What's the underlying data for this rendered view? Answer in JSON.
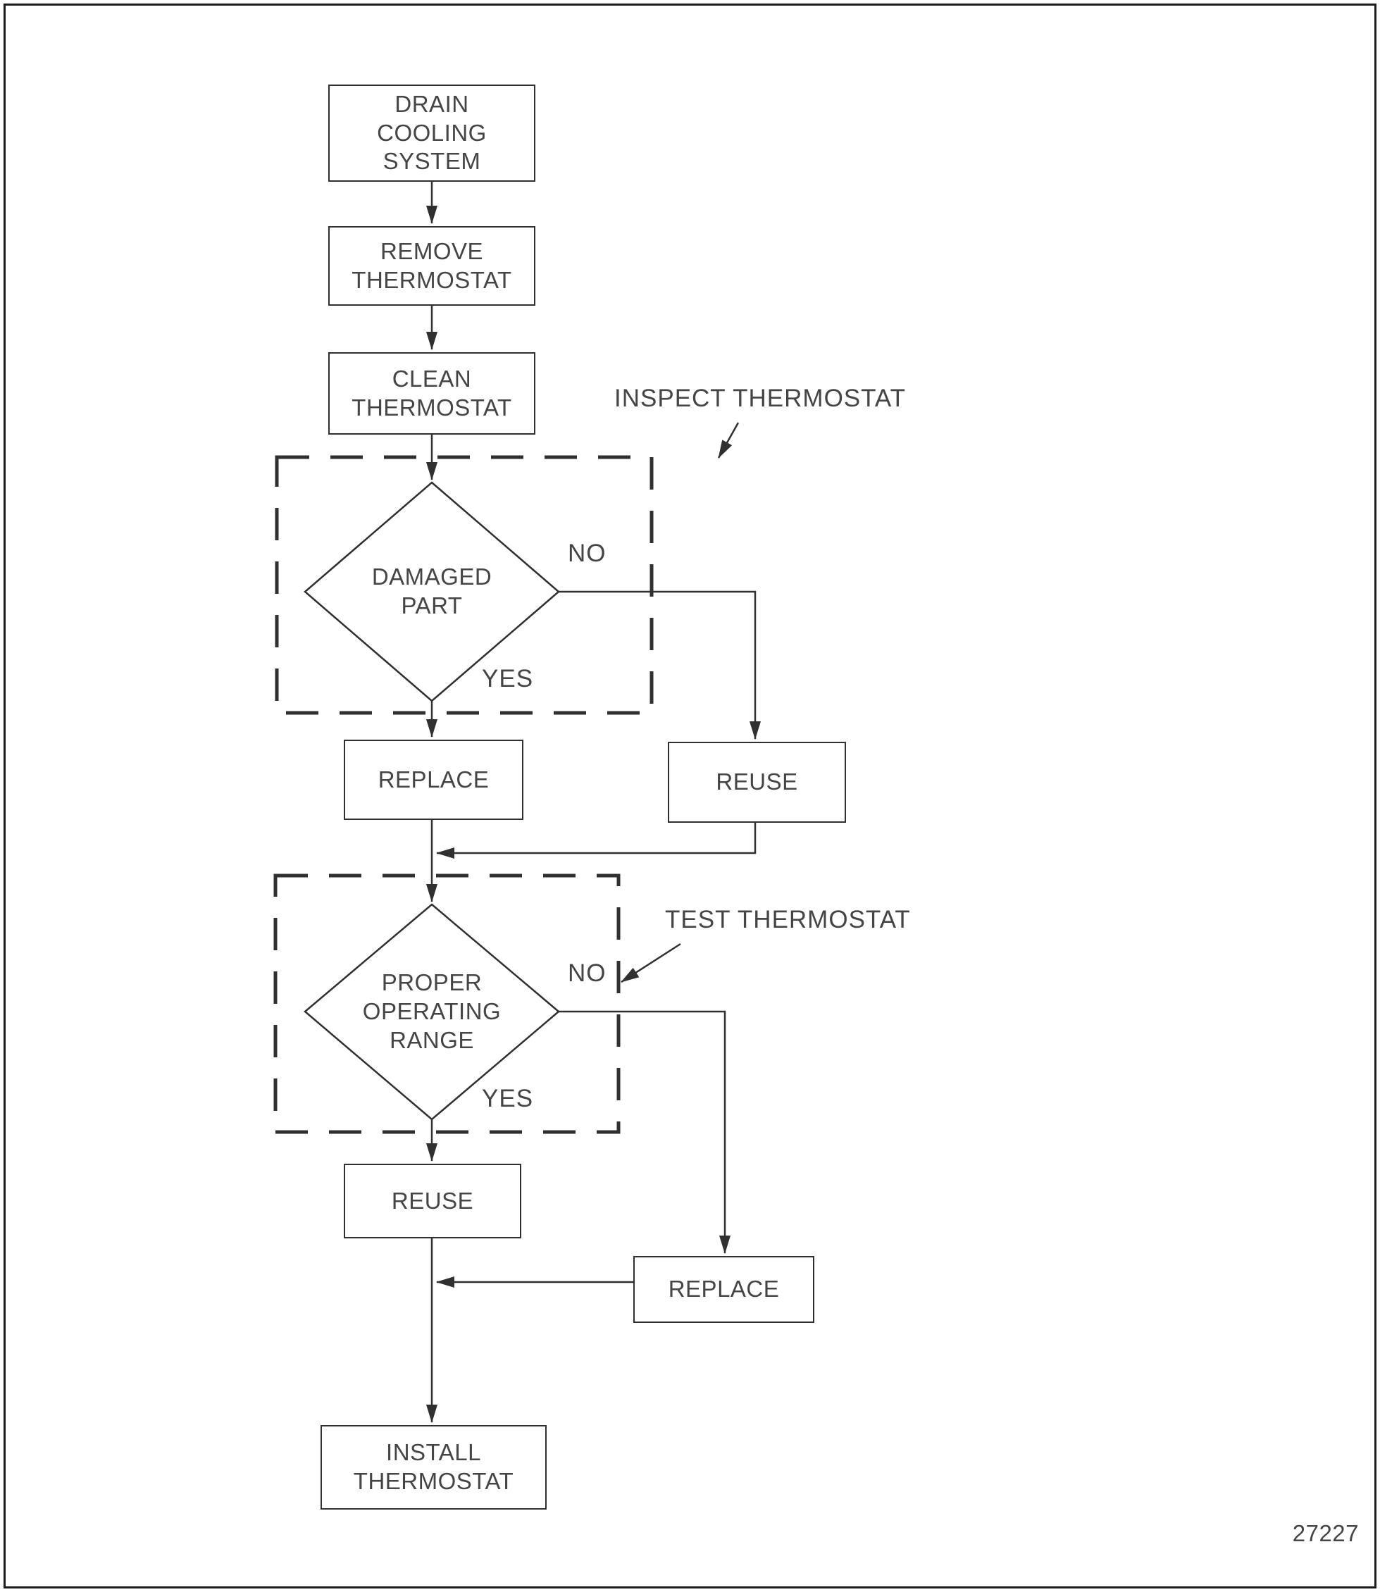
{
  "figure_number": "27227",
  "nodes": {
    "drain": {
      "label": "DRAIN\nCOOLING\nSYSTEM"
    },
    "remove": {
      "label": "REMOVE\nTHERMOSTAT"
    },
    "clean": {
      "label": "CLEAN\nTHERMOSTAT"
    },
    "damaged": {
      "label": "DAMAGED\nPART"
    },
    "replace1": {
      "label": "REPLACE"
    },
    "reuse1": {
      "label": "REUSE"
    },
    "range": {
      "label": "PROPER\nOPERATING\nRANGE"
    },
    "reuse2": {
      "label": "REUSE"
    },
    "replace2": {
      "label": "REPLACE"
    },
    "install": {
      "label": "INSTALL\nTHERMOSTAT"
    }
  },
  "annotations": {
    "inspect": "INSPECT THERMOSTAT",
    "test": "TEST THERMOSTAT"
  },
  "branch_labels": {
    "damaged_no": "NO",
    "damaged_yes": "YES",
    "range_no": "NO",
    "range_yes": "YES"
  },
  "colors": {
    "line": "#303030",
    "text": "#454545",
    "background": "#ffffff"
  }
}
